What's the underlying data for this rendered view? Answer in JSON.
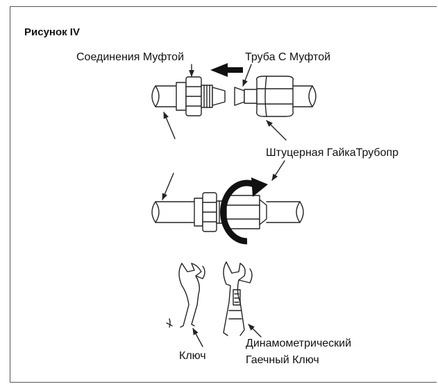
{
  "figure": {
    "title": "Рисунок IV",
    "labels": {
      "union_connection": "Соединения Муфтой",
      "pipe_with_union": "Труба С Муфтой",
      "flare_nut": "Штуцерная ГайкаТрубопр",
      "wrench": "Ключ",
      "torque_wrench_line1": "Динамометрический",
      "torque_wrench_line2": "Гаечный Ключ"
    }
  },
  "colors": {
    "line": "#222222",
    "frame": "#555555",
    "arrow_fill": "#111111",
    "background": "#ffffff"
  }
}
